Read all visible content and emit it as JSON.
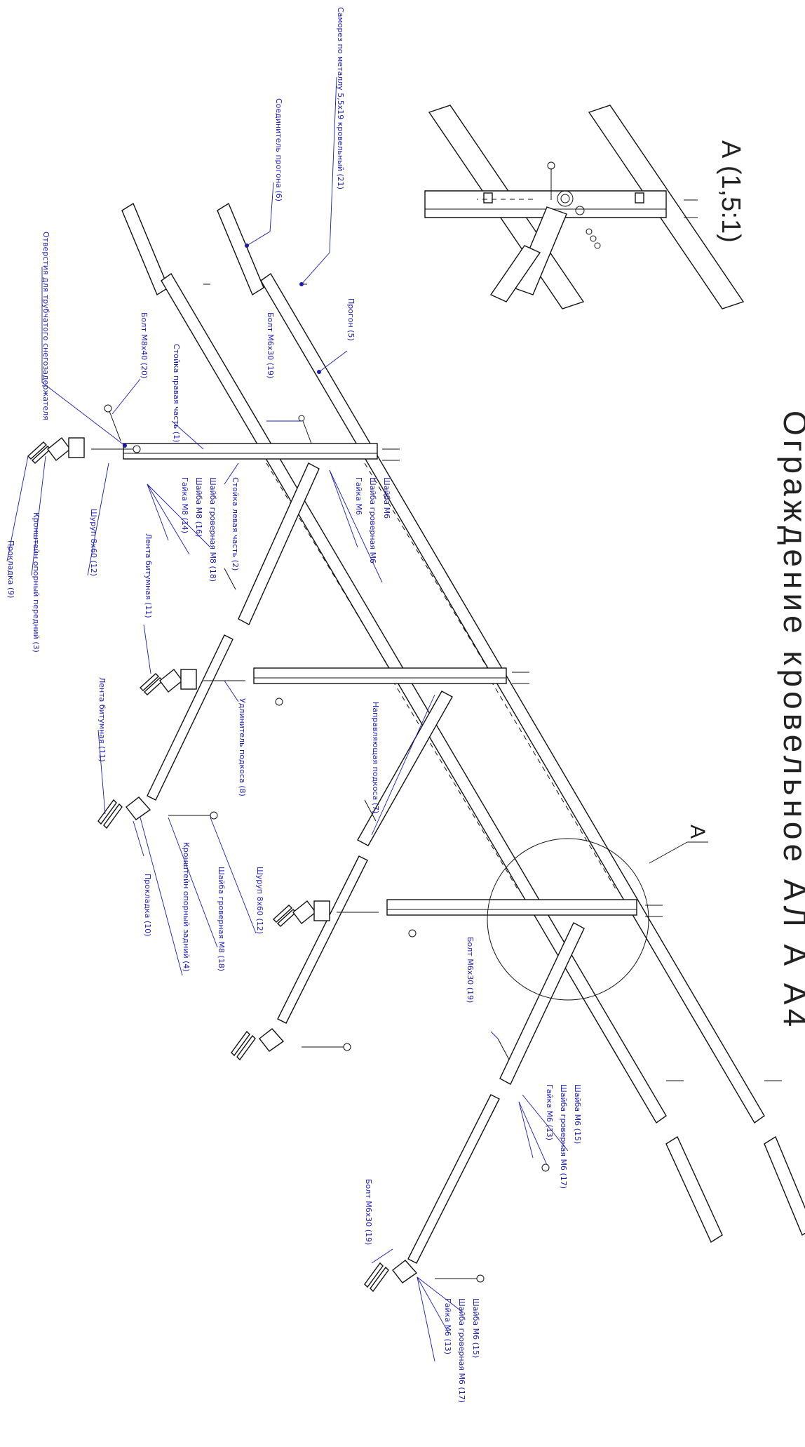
{
  "title": "Ограждение кровельное АЛ А А4",
  "detail_view": {
    "label": "А (1,5:1)",
    "callout": "А"
  },
  "labels": {
    "screw_roofing": "Саморез по металлу 5,5х19 кровельный (21)",
    "purlin_connector": "Соединитель прогона (6)",
    "snow_holder_holes": "Отверстия для трубчатого снегозадержателя",
    "purlin": "Прогон (5)",
    "bolt_m6x30_a": "Болт М6х30 (19)",
    "bolt_m8x40": "Болт М8х40 (20)",
    "post_right": "Стойка правая часть (1)",
    "post_left": "Стойка левая часть (2)",
    "washer_m6_a": "Шайба М6",
    "washer_grooved_m6_a": "Шайба гроверная М6",
    "nut_m6_a": "Гайка М6",
    "washer_m8": "Шайба М8 (16)",
    "washer_grooved_m8_a": "Шайба гроверная М8 (18)",
    "nut_m8": "Гайка М8 (14)",
    "screw_8x60_a": "Шуруп 8х60 (12)",
    "bracket_front": "Кронштейн опорный передний (3)",
    "gasket_9": "Прокладка (9)",
    "bitumen_tape_a": "Лента битумная (11)",
    "brace_extender": "Удлинитель подкоса (8)",
    "brace_guide": "Направляющая подкоса (7)",
    "bitumen_tape_b": "Лента битумная (11)",
    "gasket_10": "Прокладка (10)",
    "washer_grooved_m8_b": "Шайба гроверная М8 (18)",
    "bracket_rear": "Кронштейн опорный задний (4)",
    "screw_8x60_b": "Шуруп 8х60 (12)",
    "bolt_m6x30_b": "Болт М6х30 (19)",
    "washer_m6_b": "Шайба М6 (15)",
    "washer_grooved_m6_b": "Шайба гроверная М6 (17)",
    "nut_m6_b": "Гайка М6 (13)",
    "bolt_m6x30_c": "Болт М6х30 (19)",
    "washer_m6_c": "Шайба М6 (15)",
    "washer_grooved_m6_c": "Шайба гроверная М6 (17)",
    "nut_m6_c": "Гайка М6 (13)"
  },
  "colors": {
    "label": "#1a1ab0",
    "line": "#111111"
  }
}
